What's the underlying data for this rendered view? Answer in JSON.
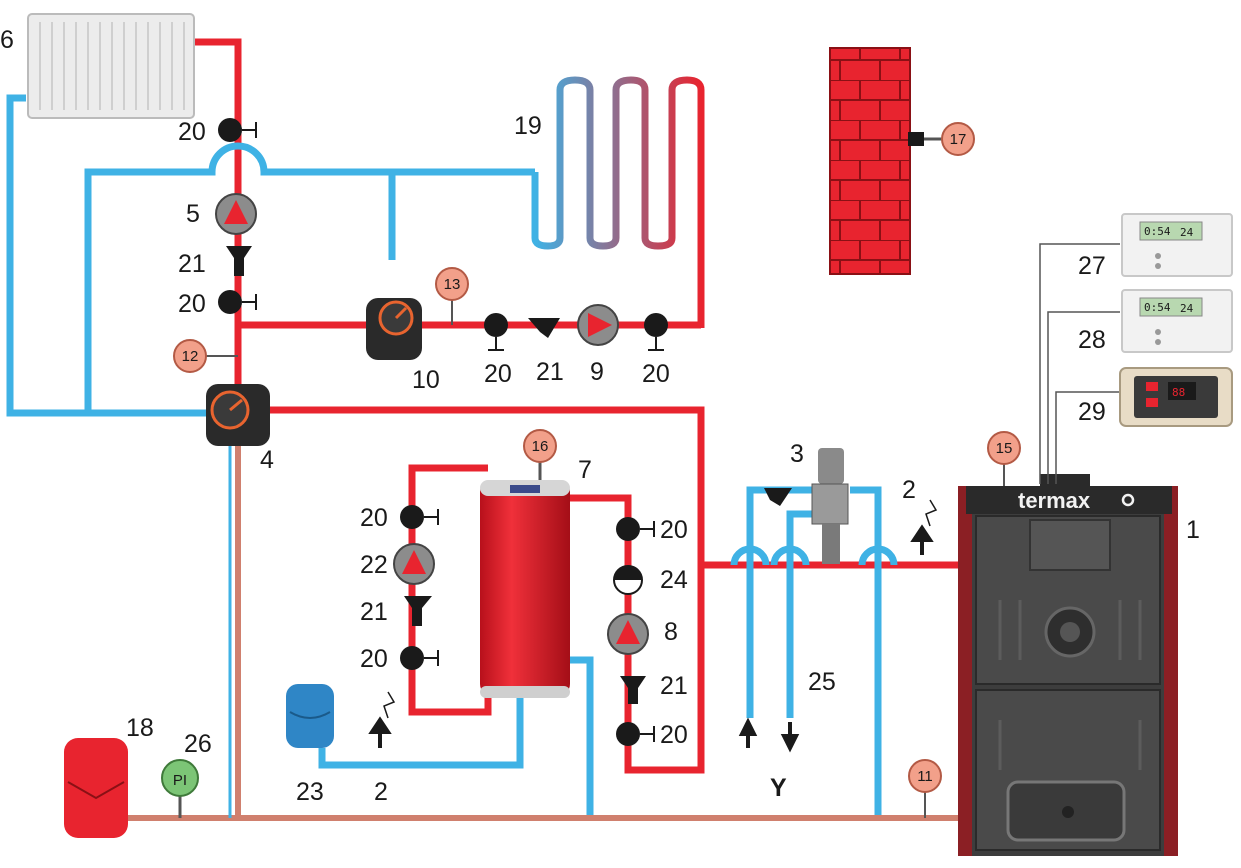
{
  "brand": "termax",
  "labels": {
    "n1": "1",
    "n2a": "2",
    "n2b": "2",
    "n3": "3",
    "n4": "4",
    "n5": "5",
    "n6": "6",
    "n7": "7",
    "n8": "8",
    "n9": "9",
    "n10": "10",
    "n19": "19",
    "n20a": "20",
    "n20b": "20",
    "n20c": "20",
    "n20d": "20",
    "n20e": "20",
    "n20f": "20",
    "n20g": "20",
    "n20h": "20",
    "n21a": "21",
    "n21b": "21",
    "n21c": "21",
    "n21d": "21",
    "n22": "22",
    "n23": "23",
    "n24": "24",
    "n25": "25",
    "n27": "27",
    "n28": "28",
    "n29": "29",
    "n18": "18",
    "n26": "26"
  },
  "sensors": {
    "s11": "11",
    "s12": "12",
    "s13": "13",
    "s15": "15",
    "s16": "16",
    "s17": "17"
  },
  "gauge": "PI",
  "drain_symbol": "Y",
  "thermostat_display": "0:54",
  "thermostat_temp": "24",
  "panel_display": "88",
  "colors": {
    "hot_pipe": "#e8242f",
    "cold_pipe": "#3fb2e5",
    "return_pipe": "#d0806e",
    "boiler_body": "#8b1f24",
    "sensor": "#f2a08a"
  }
}
